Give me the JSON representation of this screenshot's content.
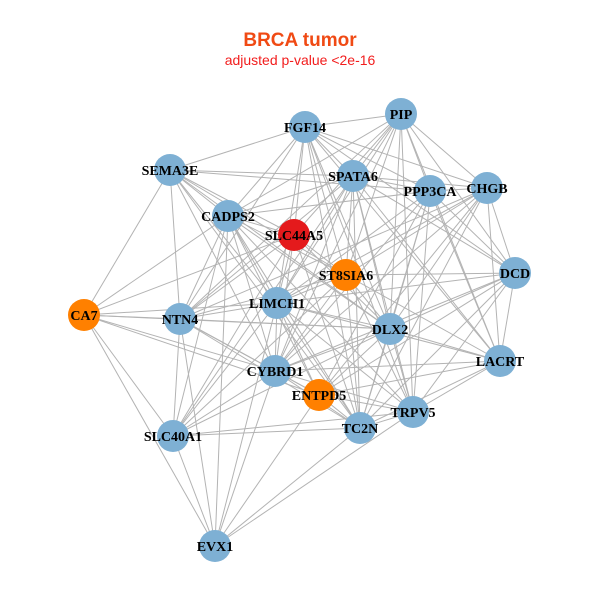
{
  "title": "BRCA tumor",
  "subtitle": "adjusted p-value <2e-16",
  "colors": {
    "blue": "#7eb0d4",
    "orange": "#ff8000",
    "red": "#e41a1c",
    "edge": "#b3b3b3"
  },
  "nodes": [
    {
      "id": "FGF14",
      "group": "blue"
    },
    {
      "id": "PIP",
      "group": "blue"
    },
    {
      "id": "SEMA3E",
      "group": "blue"
    },
    {
      "id": "SPATA6",
      "group": "blue"
    },
    {
      "id": "PPP3CA",
      "group": "blue"
    },
    {
      "id": "CHGB",
      "group": "blue"
    },
    {
      "id": "CADPS2",
      "group": "blue"
    },
    {
      "id": "SLC44A5",
      "group": "red"
    },
    {
      "id": "ST8SIA6",
      "group": "orange"
    },
    {
      "id": "DCD",
      "group": "blue"
    },
    {
      "id": "CA7",
      "group": "orange"
    },
    {
      "id": "NTN4",
      "group": "blue"
    },
    {
      "id": "LIMCH1",
      "group": "blue"
    },
    {
      "id": "DLX2",
      "group": "blue"
    },
    {
      "id": "LACRT",
      "group": "blue"
    },
    {
      "id": "CYBRD1",
      "group": "blue"
    },
    {
      "id": "ENTPD5",
      "group": "orange"
    },
    {
      "id": "TRPV5",
      "group": "blue"
    },
    {
      "id": "TC2N",
      "group": "blue"
    },
    {
      "id": "SLC40A1",
      "group": "blue"
    },
    {
      "id": "EVX1",
      "group": "blue"
    }
  ],
  "edges": [
    [
      "FGF14",
      "PIP"
    ],
    [
      "FGF14",
      "SEMA3E"
    ],
    [
      "FGF14",
      "SPATA6"
    ],
    [
      "FGF14",
      "PPP3CA"
    ],
    [
      "FGF14",
      "CHGB"
    ],
    [
      "FGF14",
      "CADPS2"
    ],
    [
      "FGF14",
      "SLC44A5"
    ],
    [
      "FGF14",
      "ST8SIA6"
    ],
    [
      "FGF14",
      "DLX2"
    ],
    [
      "FGF14",
      "LIMCH1"
    ],
    [
      "FGF14",
      "NTN4"
    ],
    [
      "FGF14",
      "TRPV5"
    ],
    [
      "FGF14",
      "TC2N"
    ],
    [
      "FGF14",
      "LACRT"
    ],
    [
      "FGF14",
      "DCD"
    ],
    [
      "PIP",
      "SPATA6"
    ],
    [
      "PIP",
      "PPP3CA"
    ],
    [
      "PIP",
      "CHGB"
    ],
    [
      "PIP",
      "CADPS2"
    ],
    [
      "PIP",
      "ST8SIA6"
    ],
    [
      "PIP",
      "DLX2"
    ],
    [
      "PIP",
      "LIMCH1"
    ],
    [
      "PIP",
      "NTN4"
    ],
    [
      "PIP",
      "TRPV5"
    ],
    [
      "PIP",
      "LACRT"
    ],
    [
      "PIP",
      "DCD"
    ],
    [
      "PIP",
      "CYBRD1"
    ],
    [
      "PIP",
      "SLC44A5"
    ],
    [
      "SEMA3E",
      "SPATA6"
    ],
    [
      "SEMA3E",
      "PPP3CA"
    ],
    [
      "SEMA3E",
      "CADPS2"
    ],
    [
      "SEMA3E",
      "SLC44A5"
    ],
    [
      "SEMA3E",
      "ST8SIA6"
    ],
    [
      "SEMA3E",
      "CA7"
    ],
    [
      "SEMA3E",
      "NTN4"
    ],
    [
      "SEMA3E",
      "LIMCH1"
    ],
    [
      "SEMA3E",
      "DLX2"
    ],
    [
      "SEMA3E",
      "CYBRD1"
    ],
    [
      "SEMA3E",
      "TC2N"
    ],
    [
      "SPATA6",
      "PPP3CA"
    ],
    [
      "SPATA6",
      "CHGB"
    ],
    [
      "SPATA6",
      "CADPS2"
    ],
    [
      "SPATA6",
      "ST8SIA6"
    ],
    [
      "SPATA6",
      "DCD"
    ],
    [
      "SPATA6",
      "NTN4"
    ],
    [
      "SPATA6",
      "LIMCH1"
    ],
    [
      "SPATA6",
      "DLX2"
    ],
    [
      "SPATA6",
      "LACRT"
    ],
    [
      "SPATA6",
      "CYBRD1"
    ],
    [
      "SPATA6",
      "TRPV5"
    ],
    [
      "SPATA6",
      "TC2N"
    ],
    [
      "SPATA6",
      "SLC40A1"
    ],
    [
      "PPP3CA",
      "CHGB"
    ],
    [
      "PPP3CA",
      "CADPS2"
    ],
    [
      "PPP3CA",
      "DCD"
    ],
    [
      "PPP3CA",
      "DLX2"
    ],
    [
      "PPP3CA",
      "LACRT"
    ],
    [
      "PPP3CA",
      "CYBRD1"
    ],
    [
      "PPP3CA",
      "TRPV5"
    ],
    [
      "PPP3CA",
      "TC2N"
    ],
    [
      "PPP3CA",
      "LIMCH1"
    ],
    [
      "PPP3CA",
      "ENTPD5"
    ],
    [
      "CHGB",
      "ST8SIA6"
    ],
    [
      "CHGB",
      "DCD"
    ],
    [
      "CHGB",
      "LACRT"
    ],
    [
      "CHGB",
      "DLX2"
    ],
    [
      "CHGB",
      "LIMCH1"
    ],
    [
      "CHGB",
      "CYBRD1"
    ],
    [
      "CHGB",
      "TC2N"
    ],
    [
      "CHGB",
      "NTN4"
    ],
    [
      "CHGB",
      "ENTPD5"
    ],
    [
      "CADPS2",
      "SLC44A5"
    ],
    [
      "CADPS2",
      "ST8SIA6"
    ],
    [
      "CADPS2",
      "CA7"
    ],
    [
      "CADPS2",
      "NTN4"
    ],
    [
      "CADPS2",
      "LIMCH1"
    ],
    [
      "CADPS2",
      "DLX2"
    ],
    [
      "CADPS2",
      "CYBRD1"
    ],
    [
      "CADPS2",
      "ENTPD5"
    ],
    [
      "CADPS2",
      "TC2N"
    ],
    [
      "CADPS2",
      "TRPV5"
    ],
    [
      "CADPS2",
      "SLC40A1"
    ],
    [
      "CADPS2",
      "EVX1"
    ],
    [
      "SLC44A5",
      "ST8SIA6"
    ],
    [
      "SLC44A5",
      "CA7"
    ],
    [
      "SLC44A5",
      "NTN4"
    ],
    [
      "SLC44A5",
      "LIMCH1"
    ],
    [
      "SLC44A5",
      "DLX2"
    ],
    [
      "SLC44A5",
      "TC2N"
    ],
    [
      "SLC44A5",
      "SLC40A1"
    ],
    [
      "SLC44A5",
      "CYBRD1"
    ],
    [
      "ST8SIA6",
      "DCD"
    ],
    [
      "ST8SIA6",
      "NTN4"
    ],
    [
      "ST8SIA6",
      "LIMCH1"
    ],
    [
      "ST8SIA6",
      "DLX2"
    ],
    [
      "ST8SIA6",
      "LACRT"
    ],
    [
      "ST8SIA6",
      "CYBRD1"
    ],
    [
      "ST8SIA6",
      "TRPV5"
    ],
    [
      "ST8SIA6",
      "TC2N"
    ],
    [
      "ST8SIA6",
      "SLC40A1"
    ],
    [
      "DCD",
      "DLX2"
    ],
    [
      "DCD",
      "LACRT"
    ],
    [
      "DCD",
      "CYBRD1"
    ],
    [
      "DCD",
      "ENTPD5"
    ],
    [
      "DCD",
      "TC2N"
    ],
    [
      "DCD",
      "TRPV5"
    ],
    [
      "DCD",
      "LIMCH1"
    ],
    [
      "CA7",
      "NTN4"
    ],
    [
      "CA7",
      "LIMCH1"
    ],
    [
      "CA7",
      "DLX2"
    ],
    [
      "CA7",
      "CYBRD1"
    ],
    [
      "CA7",
      "ENTPD5"
    ],
    [
      "CA7",
      "SLC40A1"
    ],
    [
      "CA7",
      "EVX1"
    ],
    [
      "NTN4",
      "LIMCH1"
    ],
    [
      "NTN4",
      "DLX2"
    ],
    [
      "NTN4",
      "CYBRD1"
    ],
    [
      "NTN4",
      "ENTPD5"
    ],
    [
      "NTN4",
      "TC2N"
    ],
    [
      "NTN4",
      "SLC40A1"
    ],
    [
      "NTN4",
      "EVX1"
    ],
    [
      "LIMCH1",
      "DLX2"
    ],
    [
      "LIMCH1",
      "CYBRD1"
    ],
    [
      "LIMCH1",
      "ENTPD5"
    ],
    [
      "LIMCH1",
      "TRPV5"
    ],
    [
      "LIMCH1",
      "TC2N"
    ],
    [
      "LIMCH1",
      "SLC40A1"
    ],
    [
      "LIMCH1",
      "EVX1"
    ],
    [
      "LIMCH1",
      "LACRT"
    ],
    [
      "DLX2",
      "LACRT"
    ],
    [
      "DLX2",
      "CYBRD1"
    ],
    [
      "DLX2",
      "ENTPD5"
    ],
    [
      "DLX2",
      "TRPV5"
    ],
    [
      "DLX2",
      "TC2N"
    ],
    [
      "DLX2",
      "SLC40A1"
    ],
    [
      "LACRT",
      "CYBRD1"
    ],
    [
      "LACRT",
      "TRPV5"
    ],
    [
      "LACRT",
      "TC2N"
    ],
    [
      "LACRT",
      "ENTPD5"
    ],
    [
      "CYBRD1",
      "ENTPD5"
    ],
    [
      "CYBRD1",
      "TRPV5"
    ],
    [
      "CYBRD1",
      "TC2N"
    ],
    [
      "CYBRD1",
      "SLC40A1"
    ],
    [
      "CYBRD1",
      "EVX1"
    ],
    [
      "ENTPD5",
      "TRPV5"
    ],
    [
      "ENTPD5",
      "TC2N"
    ],
    [
      "ENTPD5",
      "EVX1"
    ],
    [
      "TRPV5",
      "TC2N"
    ],
    [
      "TRPV5",
      "SLC40A1"
    ],
    [
      "TRPV5",
      "EVX1"
    ],
    [
      "TC2N",
      "SLC40A1"
    ],
    [
      "TC2N",
      "EVX1"
    ],
    [
      "SLC40A1",
      "EVX1"
    ]
  ]
}
